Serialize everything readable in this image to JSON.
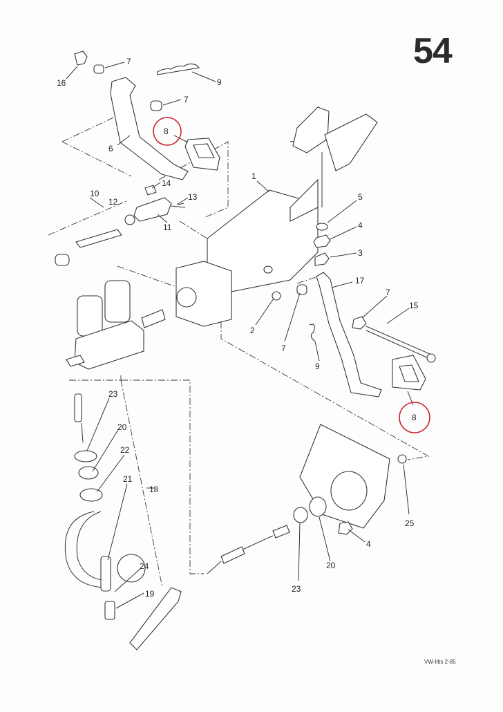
{
  "page_number": "54",
  "footer_code": "VW-Iltis 2-85",
  "highlight_color": "#c9252c",
  "callouts": [
    {
      "id": "c16",
      "label": "16"
    },
    {
      "id": "c7a",
      "label": "7"
    },
    {
      "id": "c9a",
      "label": "9"
    },
    {
      "id": "c7b",
      "label": "7"
    },
    {
      "id": "c8a",
      "label": "8",
      "highlighted": true
    },
    {
      "id": "c6",
      "label": "6"
    },
    {
      "id": "c14",
      "label": "14"
    },
    {
      "id": "c10",
      "label": "10"
    },
    {
      "id": "c12",
      "label": "12"
    },
    {
      "id": "c13",
      "label": "13"
    },
    {
      "id": "c11",
      "label": "11"
    },
    {
      "id": "c1",
      "label": "1"
    },
    {
      "id": "c5",
      "label": "5"
    },
    {
      "id": "c4a",
      "label": "4"
    },
    {
      "id": "c3",
      "label": "3"
    },
    {
      "id": "c17",
      "label": "17"
    },
    {
      "id": "c7c",
      "label": "7"
    },
    {
      "id": "c15",
      "label": "15"
    },
    {
      "id": "c2",
      "label": "2"
    },
    {
      "id": "c7d",
      "label": "7"
    },
    {
      "id": "c9b",
      "label": "9"
    },
    {
      "id": "c8b",
      "label": "8",
      "highlighted": true
    },
    {
      "id": "c23a",
      "label": "23"
    },
    {
      "id": "c20a",
      "label": "20"
    },
    {
      "id": "c22",
      "label": "22"
    },
    {
      "id": "c21",
      "label": "21"
    },
    {
      "id": "c18",
      "label": "18"
    },
    {
      "id": "c24",
      "label": "24"
    },
    {
      "id": "c19",
      "label": "19"
    },
    {
      "id": "c25",
      "label": "25"
    },
    {
      "id": "c4b",
      "label": "4"
    },
    {
      "id": "c20b",
      "label": "20"
    },
    {
      "id": "c23b",
      "label": "23"
    }
  ]
}
